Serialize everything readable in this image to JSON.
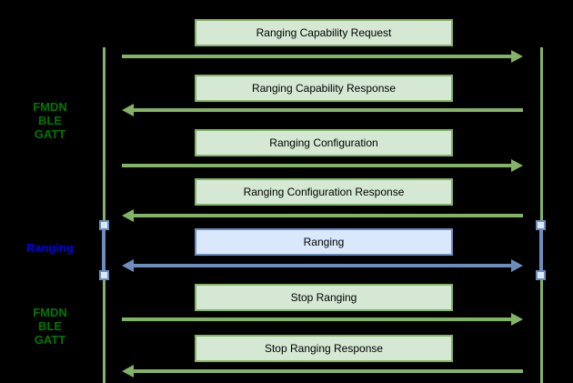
{
  "diagram_type": "sequence-diagram",
  "colors": {
    "background": "#000000",
    "green_fill": "#d5e8d4",
    "green_stroke": "#82b366",
    "blue_fill": "#dae8fc",
    "blue_stroke": "#6c8ebf",
    "section_label_green": "#007700",
    "section_label_blue": "#0000ee",
    "message_text": "#000000"
  },
  "side_labels": [
    {
      "lines": [
        "FMDN",
        "BLE",
        "GATT"
      ]
    },
    {
      "lines": [
        "Ranging"
      ]
    },
    {
      "lines": [
        "FMDN",
        "BLE",
        "GATT"
      ]
    }
  ],
  "messages": [
    {
      "label": "Ranging Capability Request",
      "direction": "right",
      "style": "green"
    },
    {
      "label": "Ranging Capability Response",
      "direction": "left",
      "style": "green"
    },
    {
      "label": "Ranging Configuration",
      "direction": "right",
      "style": "green"
    },
    {
      "label": "Ranging Configuration Response",
      "direction": "left",
      "style": "green"
    },
    {
      "label": "Ranging",
      "direction": "both",
      "style": "blue"
    },
    {
      "label": "Stop Ranging",
      "direction": "right",
      "style": "green"
    },
    {
      "label": "Stop Ranging Response",
      "direction": "left",
      "style": "green"
    }
  ]
}
